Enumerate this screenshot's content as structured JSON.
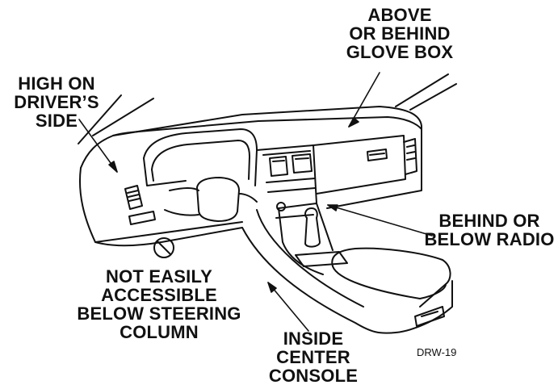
{
  "labels": {
    "glove_box": [
      "ABOVE",
      "OR BEHIND",
      "GLOVE BOX"
    ],
    "driver_side": [
      "HIGH ON",
      "DRIVER’S",
      "SIDE"
    ],
    "radio": [
      "BEHIND OR",
      "BELOW RADIO"
    ],
    "steering": [
      "NOT EASILY",
      "ACCESSIBLE",
      "BELOW STEERING",
      "COLUMN"
    ],
    "console": [
      "INSIDE",
      "CENTER",
      "CONSOLE"
    ]
  },
  "drawing_code": "DRW-19",
  "colors": {
    "ink": "#111111",
    "background": "#ffffff"
  },
  "icons": {
    "not_easily_accessible": "prohibited-icon"
  }
}
